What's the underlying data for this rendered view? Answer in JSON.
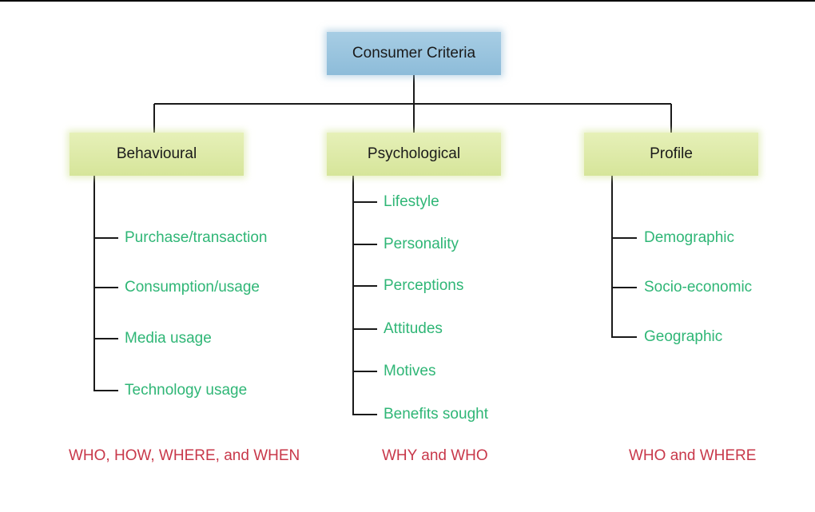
{
  "root": {
    "label": "Consumer Criteria",
    "color": "#9ac4df"
  },
  "categories": [
    {
      "label": "Behavioural",
      "items": [
        "Purchase/transaction",
        "Consumption/usage",
        "Media usage",
        "Technology usage"
      ],
      "caption": "WHO, HOW, WHERE, and WHEN"
    },
    {
      "label": "Psychological",
      "items": [
        "Lifestyle",
        "Personality",
        "Perceptions",
        "Attitudes",
        "Motives",
        "Benefits sought"
      ],
      "caption": "WHY and WHO"
    },
    {
      "label": "Profile",
      "items": [
        "Demographic",
        "Socio-economic",
        "Geographic"
      ],
      "caption": "WHO and WHERE"
    }
  ],
  "colors": {
    "category_box": "#dde9a8",
    "item_text": "#2fb676",
    "caption_text": "#c8384a",
    "connector": "#1a1a1a"
  }
}
